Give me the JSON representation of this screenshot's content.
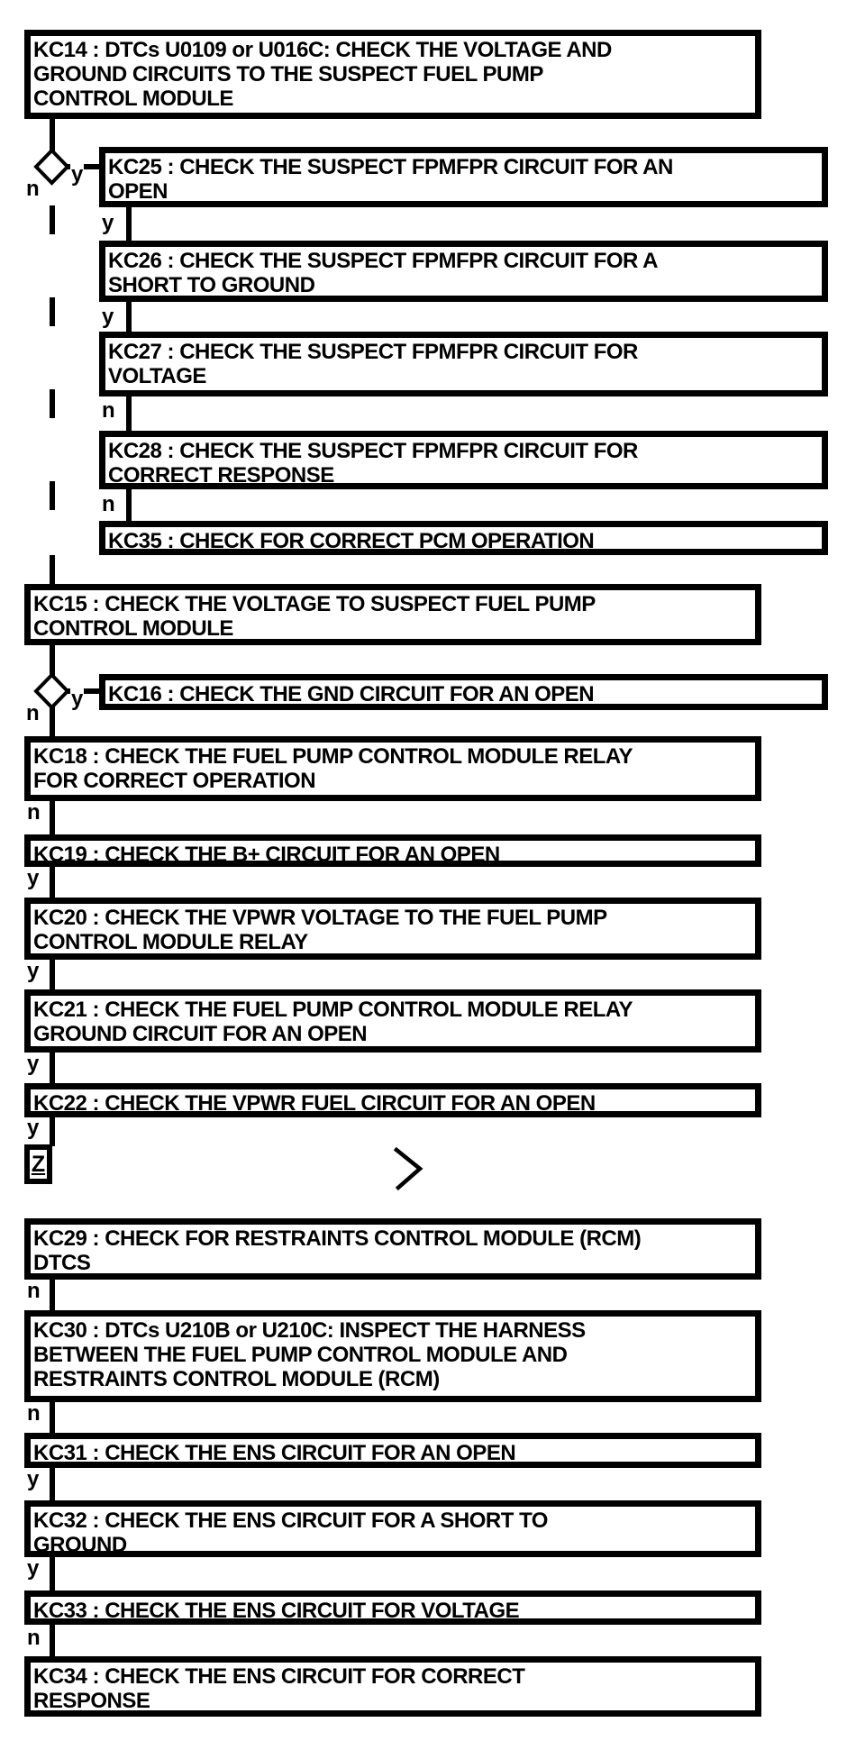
{
  "diagram_type": "flowchart",
  "colors": {
    "ink": "#000000",
    "paper": "#ffffff"
  },
  "boxes": [
    {
      "id": "KC14",
      "text": "KC14 : DTCs U0109 or U016C: CHECK THE VOLTAGE AND\nGROUND CIRCUITS TO THE SUSPECT FUEL PUMP\nCONTROL MODULE"
    },
    {
      "id": "KC25",
      "text": "KC25 : CHECK THE SUSPECT FPMFPR CIRCUIT FOR AN\nOPEN"
    },
    {
      "id": "KC26",
      "text": "KC26 : CHECK THE SUSPECT FPMFPR CIRCUIT FOR A\nSHORT TO GROUND"
    },
    {
      "id": "KC27",
      "text": "KC27 : CHECK THE SUSPECT FPMFPR CIRCUIT FOR\nVOLTAGE"
    },
    {
      "id": "KC28",
      "text": "KC28 : CHECK THE SUSPECT FPMFPR CIRCUIT FOR\nCORRECT RESPONSE"
    },
    {
      "id": "KC35",
      "text": "KC35 : CHECK FOR CORRECT PCM OPERATION"
    },
    {
      "id": "KC15",
      "text": "KC15 : CHECK THE VOLTAGE TO SUSPECT FUEL PUMP\nCONTROL MODULE"
    },
    {
      "id": "KC16",
      "text": "KC16 : CHECK THE GND CIRCUIT FOR AN OPEN"
    },
    {
      "id": "KC18",
      "text": "KC18 : CHECK THE FUEL PUMP CONTROL MODULE RELAY\nFOR CORRECT OPERATION"
    },
    {
      "id": "KC19",
      "text": "KC19 : CHECK THE B+ CIRCUIT FOR AN OPEN"
    },
    {
      "id": "KC20",
      "text": "KC20 : CHECK THE VPWR VOLTAGE TO THE FUEL PUMP\nCONTROL MODULE RELAY"
    },
    {
      "id": "KC21",
      "text": "KC21 : CHECK THE FUEL PUMP CONTROL MODULE RELAY\nGROUND CIRCUIT FOR AN OPEN"
    },
    {
      "id": "KC22",
      "text": "KC22 : CHECK THE VPWR FUEL CIRCUIT FOR AN OPEN"
    },
    {
      "id": "KC29",
      "text": "KC29 : CHECK FOR RESTRAINTS CONTROL MODULE (RCM)\nDTCS"
    },
    {
      "id": "KC30",
      "text": "KC30 : DTCs U210B or U210C: INSPECT THE HARNESS\nBETWEEN THE FUEL PUMP CONTROL MODULE AND\nRESTRAINTS CONTROL MODULE (RCM)"
    },
    {
      "id": "KC31",
      "text": "KC31 : CHECK THE ENS CIRCUIT FOR AN OPEN"
    },
    {
      "id": "KC32",
      "text": "KC32 : CHECK THE ENS CIRCUIT FOR A SHORT TO\nGROUND"
    },
    {
      "id": "KC33",
      "text": "KC33 : CHECK THE ENS CIRCUIT FOR VOLTAGE"
    },
    {
      "id": "KC34",
      "text": "KC34 : CHECK THE ENS CIRCUIT FOR CORRECT\nRESPONSE"
    }
  ],
  "edges": [
    {
      "from": "KC14",
      "to": "KC25",
      "label": "y"
    },
    {
      "from": "KC14",
      "to": "KC15",
      "label": "n"
    },
    {
      "from": "KC25",
      "to": "KC26",
      "label": "y"
    },
    {
      "from": "KC26",
      "to": "KC27",
      "label": "y"
    },
    {
      "from": "KC27",
      "to": "KC28",
      "label": "n"
    },
    {
      "from": "KC28",
      "to": "KC35",
      "label": "n"
    },
    {
      "from": "KC15",
      "to": "KC16",
      "label": "y"
    },
    {
      "from": "KC15",
      "to": "KC18",
      "label": "n"
    },
    {
      "from": "KC18",
      "to": "KC19",
      "label": "n"
    },
    {
      "from": "KC19",
      "to": "KC20",
      "label": "y"
    },
    {
      "from": "KC20",
      "to": "KC21",
      "label": "y"
    },
    {
      "from": "KC21",
      "to": "KC22",
      "label": "y"
    },
    {
      "from": "KC22",
      "to": "Z",
      "label": "y"
    },
    {
      "from": "KC29",
      "to": "KC30",
      "label": "n"
    },
    {
      "from": "KC30",
      "to": "KC31",
      "label": "n"
    },
    {
      "from": "KC31",
      "to": "KC32",
      "label": "y"
    },
    {
      "from": "KC32",
      "to": "KC33",
      "label": "y"
    },
    {
      "from": "KC33",
      "to": "KC34",
      "label": "n"
    }
  ],
  "offpage_connector": {
    "label": "Z"
  }
}
